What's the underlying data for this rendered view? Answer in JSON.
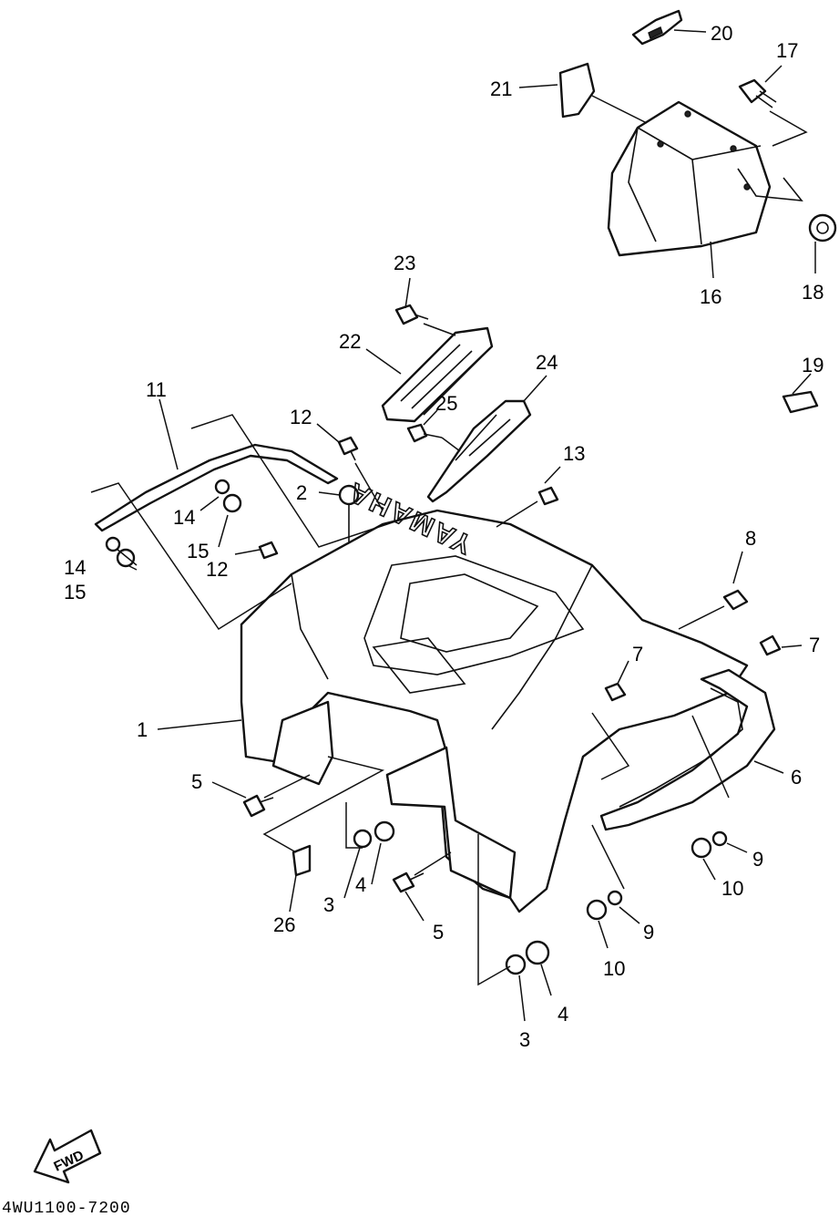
{
  "callouts": [
    {
      "label": "1"
    },
    {
      "label": "2"
    },
    {
      "label": "3"
    },
    {
      "label": "3"
    },
    {
      "label": "4"
    },
    {
      "label": "4"
    },
    {
      "label": "5"
    },
    {
      "label": "5"
    },
    {
      "label": "6"
    },
    {
      "label": "7"
    },
    {
      "label": "7"
    },
    {
      "label": "8"
    },
    {
      "label": "9"
    },
    {
      "label": "9"
    },
    {
      "label": "10"
    },
    {
      "label": "10"
    },
    {
      "label": "11"
    },
    {
      "label": "12"
    },
    {
      "label": "12"
    },
    {
      "label": "13"
    },
    {
      "label": "14"
    },
    {
      "label": "14"
    },
    {
      "label": "15"
    },
    {
      "label": "15"
    },
    {
      "label": "16"
    },
    {
      "label": "17"
    },
    {
      "label": "18"
    },
    {
      "label": "19"
    },
    {
      "label": "20"
    },
    {
      "label": "21"
    },
    {
      "label": "22"
    },
    {
      "label": "23"
    },
    {
      "label": "24"
    },
    {
      "label": "25"
    },
    {
      "label": "26"
    }
  ],
  "brand_text": "YAMAHA",
  "direction_label": "FWD",
  "diagram_code": "4WU1100-7200"
}
